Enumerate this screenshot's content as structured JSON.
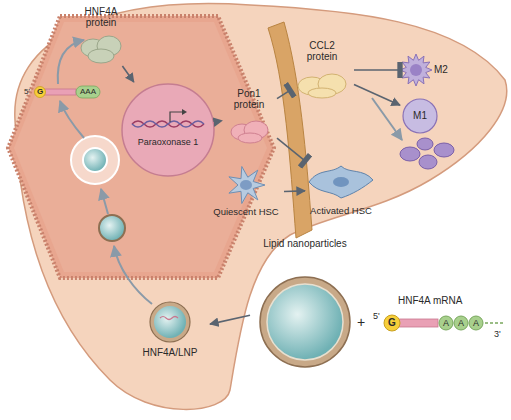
{
  "diagram": {
    "nodes": [
      {
        "text": [
          "HNF4A protein"
        ]
      },
      {
        "text": [
          "Paraoxonase 1"
        ]
      },
      {
        "text": [
          "Pon1 protein"
        ]
      },
      {
        "text": [
          "CCL2 protein"
        ]
      },
      {
        "text": [
          "Quiescent HSC"
        ]
      },
      {
        "text": [
          "Activated HSC"
        ]
      },
      {
        "text": [
          "M2"
        ]
      },
      {
        "text": [
          "M1"
        ]
      },
      {
        "text": [
          "Lipid nanoparticles"
        ]
      },
      {
        "text": [
          "HNF4A/LNP"
        ]
      }
    ],
    "edges": [
      {
        "from": 8,
        "to": 9,
        "arrow": "to"
      },
      {
        "from": 0,
        "to": 1,
        "arrow": "to"
      },
      {
        "from": 1,
        "to": 2,
        "arrow": "to"
      },
      {
        "from": 2,
        "to": 3,
        "arrow": "to"
      },
      {
        "from": 4,
        "to": 5,
        "arrow": "to"
      },
      {
        "from": 2,
        "to": 5,
        "arrow": "to"
      },
      {
        "from": 3,
        "to": 6,
        "arrow": "to"
      },
      {
        "from": 3,
        "to": 7,
        "arrow": "to"
      }
    ],
    "labels": [
      "5'",
      "G",
      "AAA",
      "+",
      "HNF4A mRNA",
      "5'",
      "G",
      "A",
      "A",
      "A",
      "3'"
    ]
  }
}
